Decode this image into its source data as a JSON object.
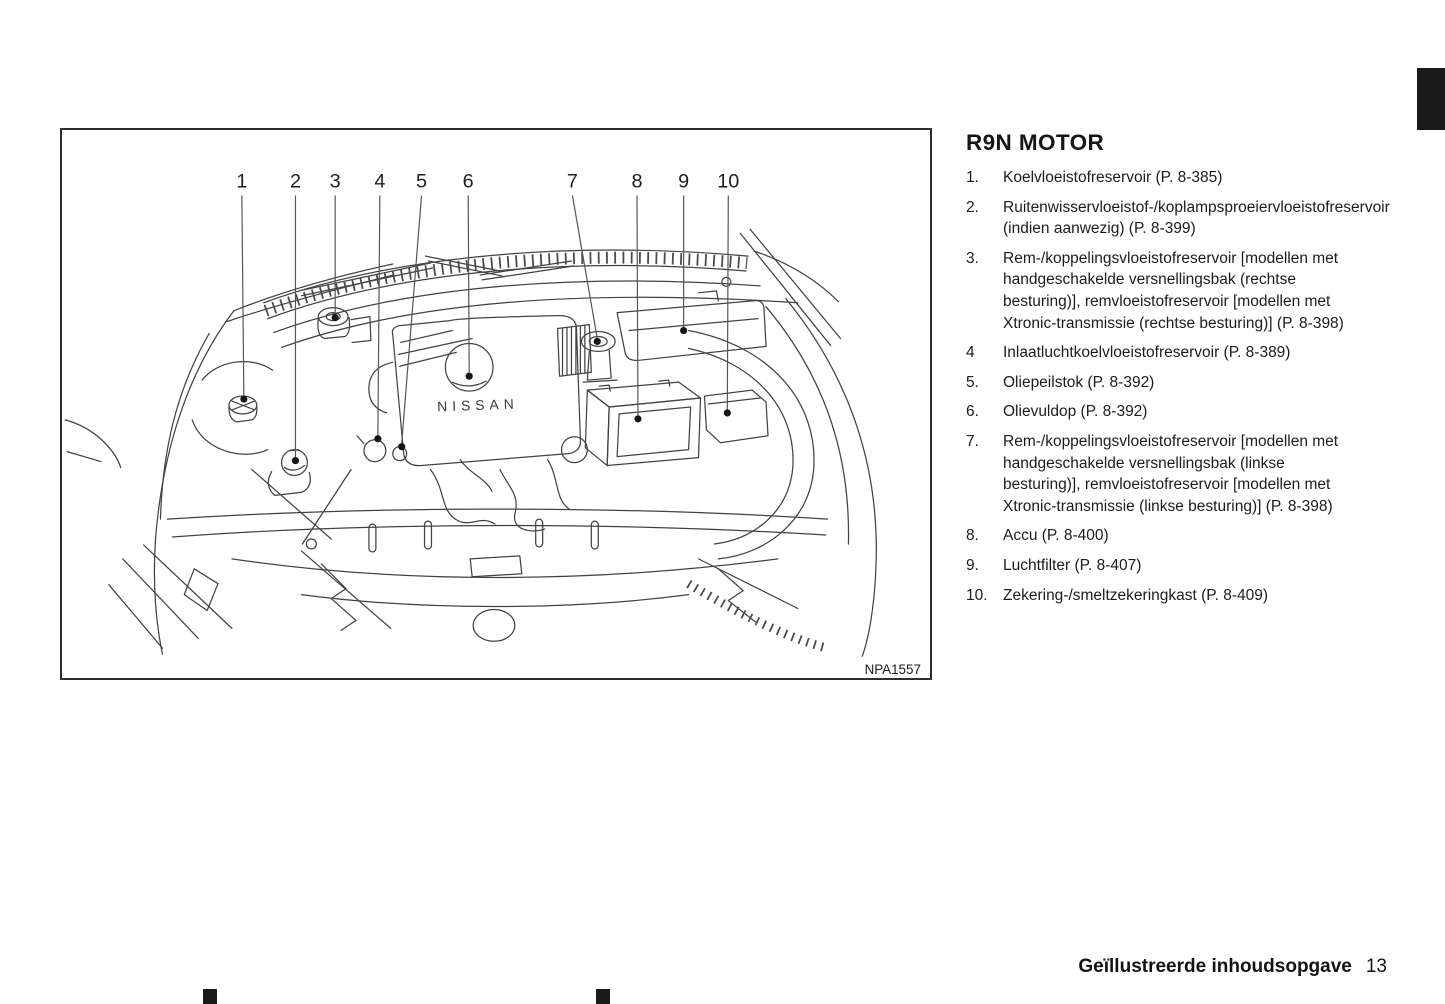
{
  "figure": {
    "brand": "NISSAN",
    "code": "NPA1557",
    "callouts": [
      "1",
      "2",
      "3",
      "4",
      "5",
      "6",
      "7",
      "8",
      "9",
      "10"
    ]
  },
  "section": {
    "heading": "R9N MOTOR"
  },
  "list": {
    "items": [
      {
        "num": "1.",
        "text": "Koelvloeistofreservoir (P. 8-385)"
      },
      {
        "num": "2.",
        "text": "Ruitenwisservloeistof-/koplampsproeiervloeistofreservoir (indien aanwezig) (P. 8-399)"
      },
      {
        "num": "3.",
        "text": "Rem-/koppelingsvloeistofreservoir [modellen met handgeschakelde versnellingsbak (rechtse besturing)], remvloeistofreservoir [modellen met Xtronic-transmissie (rechtse besturing)] (P. 8-398)"
      },
      {
        "num": "4",
        "text": "Inlaatluchtkoelvloeistofreservoir (P. 8-389)"
      },
      {
        "num": "5.",
        "text": "Oliepeilstok (P. 8-392)"
      },
      {
        "num": "6.",
        "text": "Olievuldop (P. 8-392)"
      },
      {
        "num": "7.",
        "text": "Rem-/koppelingsvloeistofreservoir [modellen met handgeschakelde versnellingsbak (linkse besturing)], remvloeistofreservoir [modellen met Xtronic-transmissie (linkse besturing)] (P. 8-398)"
      },
      {
        "num": "8.",
        "text": "Accu (P. 8-400)"
      },
      {
        "num": "9.",
        "text": "Luchtfilter (P. 8-407)"
      },
      {
        "num": "10.",
        "text": "Zekering-/smeltzekeringkast (P. 8-409)"
      }
    ]
  },
  "footer": {
    "label": "Geïllustreerde inhoudsopgave",
    "page_number": "13"
  }
}
